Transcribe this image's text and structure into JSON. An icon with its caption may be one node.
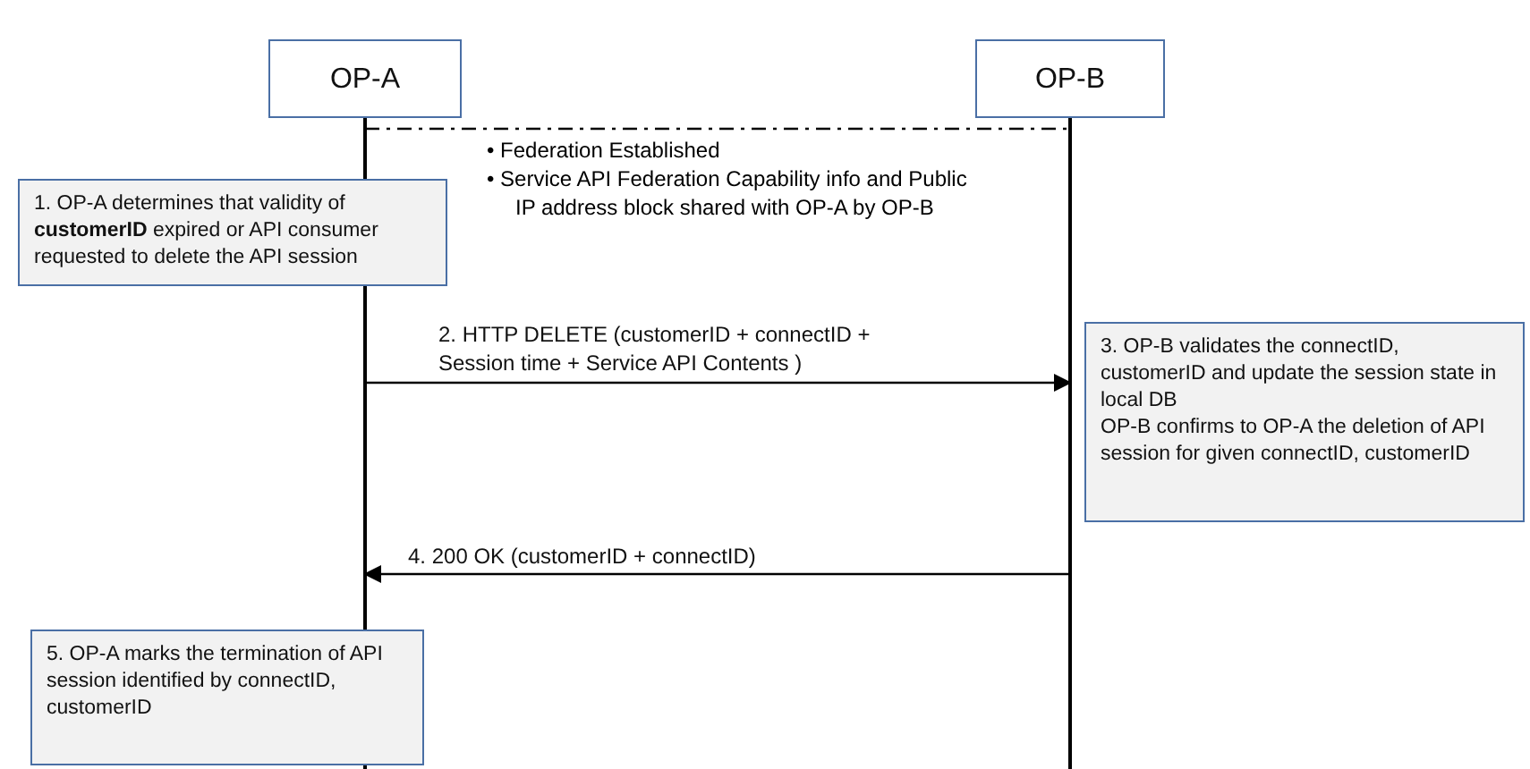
{
  "diagram": {
    "nodes": [
      {
        "text": [
          "OP-A"
        ]
      },
      {
        "text": [
          "OP-B"
        ]
      },
      {
        "text": [
          "1. OP-A determines that validity of **customerID** expired or API consumer requested to delete the API session"
        ]
      },
      {
        "text": [
          "3. OP-B validates the connectID, customerID and update the session state in local DB",
          "OP-B confirms to OP-A the deletion of API session for given connectID, customerID"
        ]
      },
      {
        "text": [
          "5. OP-A marks the termination of API session identified by connectID, customerID"
        ]
      }
    ],
    "edges": [
      {
        "from": 0,
        "to": 1,
        "arrow": "none",
        "style": "dashed"
      },
      {
        "from": 0,
        "to": 1,
        "arrow": "to",
        "label": "2. HTTP DELETE (customerID + connectID + Session time + Service API Contents )"
      },
      {
        "from": 1,
        "to": 0,
        "arrow": "to",
        "label": "4. 200 OK (customerID + connectID)"
      }
    ],
    "labels": [
      "• Federation Established",
      "• Service API Federation Capability info and Public IP address block shared with OP-A by OP-B"
    ]
  }
}
